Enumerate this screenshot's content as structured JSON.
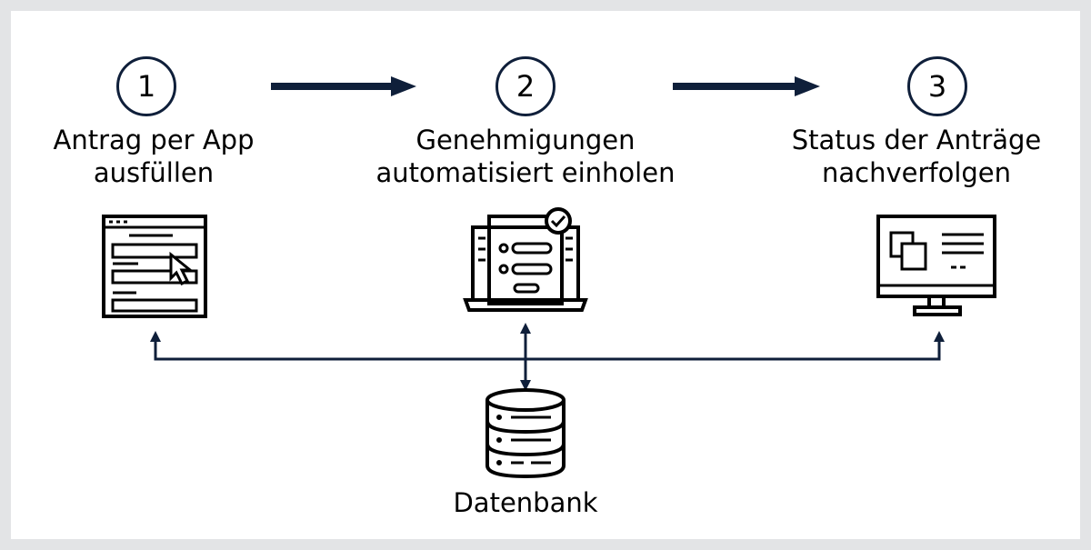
{
  "steps": [
    {
      "number": "1",
      "line1": "Antrag per App",
      "line2": "ausfüllen",
      "icon": "form-cursor-icon"
    },
    {
      "number": "2",
      "line1": "Genehmigungen",
      "line2": "automatisiert einholen",
      "icon": "laptop-approval-icon"
    },
    {
      "number": "3",
      "line1": "Status der Anträge",
      "line2": "nachverfolgen",
      "icon": "monitor-dashboard-icon"
    }
  ],
  "database": {
    "label": "Datenbank",
    "icon": "database-icon"
  },
  "colors": {
    "line": "#0f1f3a",
    "icon": "#000000",
    "background": "#e3e4e6"
  }
}
